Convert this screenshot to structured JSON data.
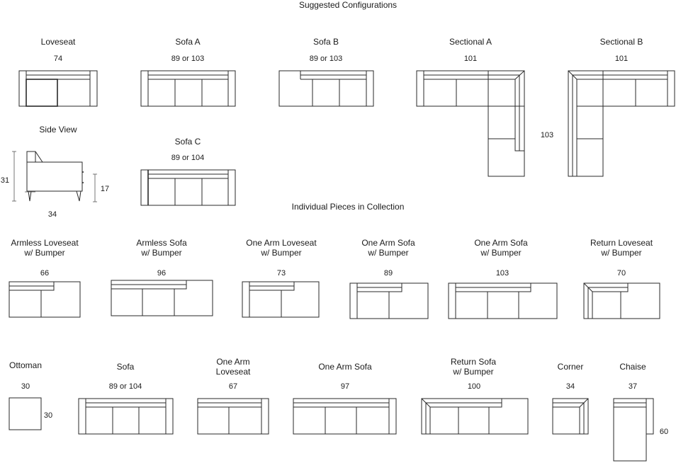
{
  "headings": {
    "suggested": "Suggested Configurations",
    "individual": "Individual Pieces in Collection"
  },
  "configurations": {
    "loveseat": {
      "name": "Loveseat",
      "dim": "74"
    },
    "sofa_a": {
      "name": "Sofa A",
      "dim": "89 or 103"
    },
    "sofa_b": {
      "name": "Sofa B",
      "dim": "89 or 103"
    },
    "sectional_a": {
      "name": "Sectional A",
      "dim": "101",
      "depth": "103"
    },
    "sectional_b": {
      "name": "Sectional B",
      "dim": "101"
    },
    "side_view": {
      "name": "Side View",
      "height": "31",
      "seat": "17",
      "depth": "34"
    },
    "sofa_c": {
      "name": "Sofa C",
      "dim": "89 or 104"
    }
  },
  "pieces_row1": [
    {
      "name": "Armless Loveseat\nw/ Bumper",
      "dim": "66"
    },
    {
      "name": "Armless Sofa\nw/ Bumper",
      "dim": "96"
    },
    {
      "name": "One Arm Loveseat\nw/ Bumper",
      "dim": "73"
    },
    {
      "name": "One Arm Sofa\nw/ Bumper",
      "dim": "89"
    },
    {
      "name": "One Arm Sofa\nw/ Bumper",
      "dim": "103"
    },
    {
      "name": "Return Loveseat\nw/ Bumper",
      "dim": "70"
    }
  ],
  "pieces_row2": [
    {
      "name": "Ottoman",
      "dim": "30",
      "side": "30"
    },
    {
      "name": "Sofa",
      "dim": "89 or 104"
    },
    {
      "name": "One Arm\nLoveseat",
      "dim": "67"
    },
    {
      "name": "One Arm Sofa",
      "dim": "97"
    },
    {
      "name": "Return Sofa\nw/ Bumper",
      "dim": "100"
    },
    {
      "name": "Corner",
      "dim": "34"
    },
    {
      "name": "Chaise",
      "dim": "37",
      "side": "60"
    }
  ]
}
